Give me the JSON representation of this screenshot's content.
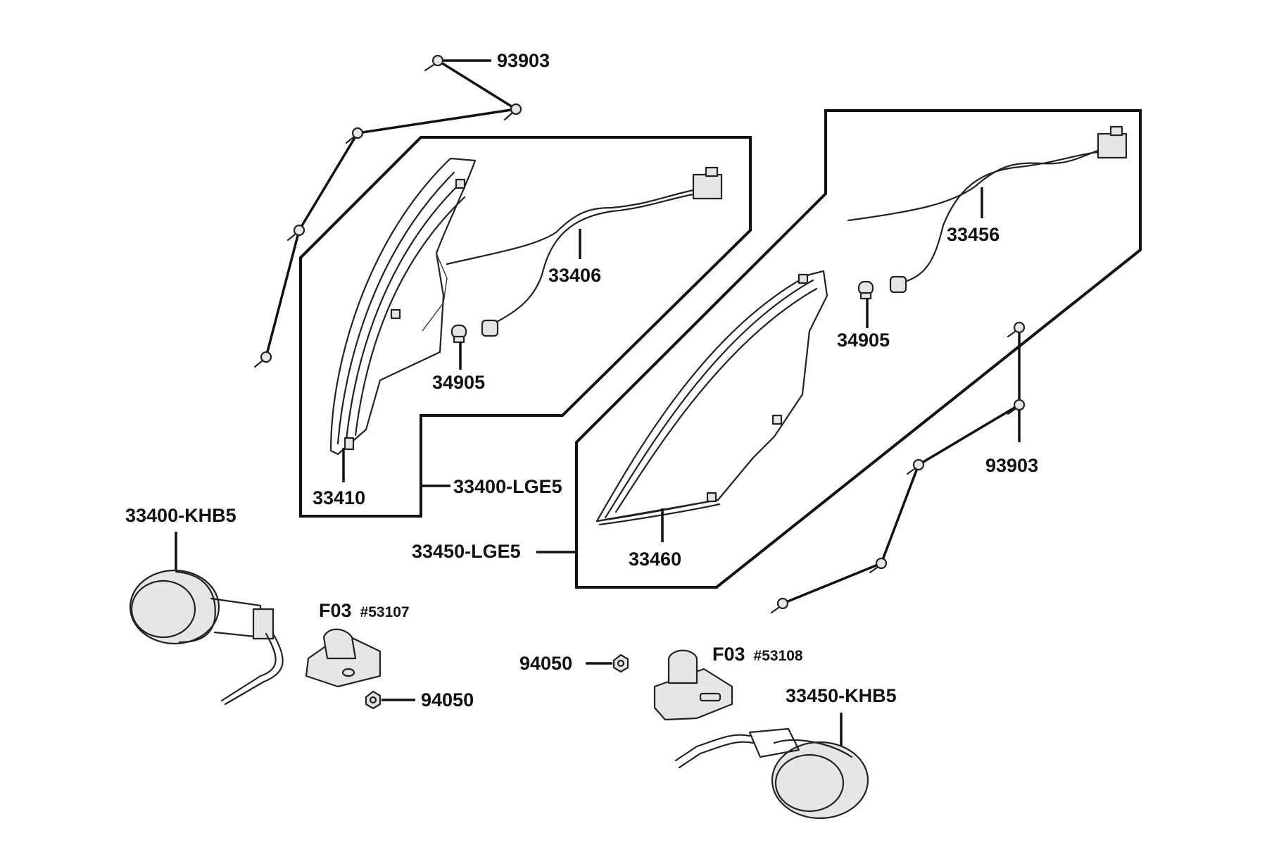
{
  "labels": {
    "p93903_top": "93903",
    "p93903_right": "93903",
    "p33406": "33406",
    "p33456": "33456",
    "p34905_left": "34905",
    "p34905_right": "34905",
    "p33410": "33410",
    "p33400_lge5": "33400-LGE5",
    "p33450_lge5": "33450-LGE5",
    "p33460": "33460",
    "p33400_khb5": "33400-KHB5",
    "p33450_khb5": "33450-KHB5",
    "f03_left_code": "F03",
    "f03_left_ref": "#53107",
    "f03_right_code": "F03",
    "f03_right_ref": "#53108",
    "p94050_left": "94050",
    "p94050_right": "94050"
  },
  "colors": {
    "line": "#111111",
    "fill": "#e6e6e6"
  }
}
